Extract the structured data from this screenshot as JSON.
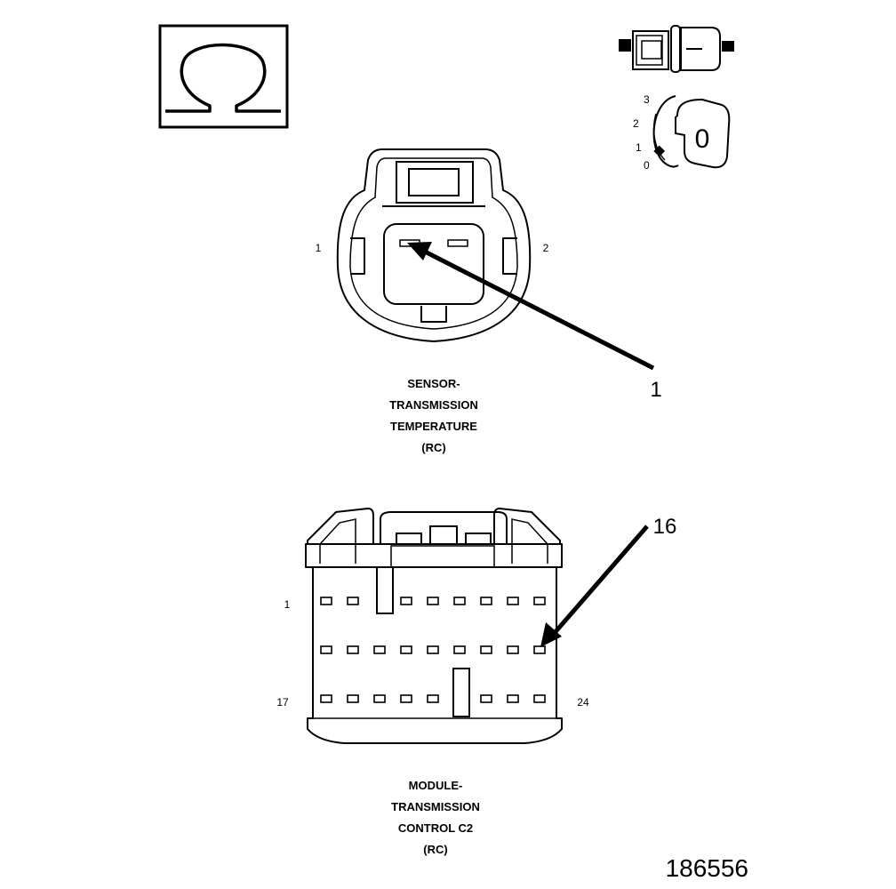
{
  "ohmmeter_symbol": {
    "glyph": "Ω",
    "icon": "ohm-icon"
  },
  "ignition": {
    "positions": [
      "3",
      "2",
      "1",
      "0"
    ],
    "key_label": "0",
    "icon": "ignition-key-icon"
  },
  "sensor_connector": {
    "pin_left": "1",
    "pin_right": "2",
    "callout": "1",
    "caption": [
      "SENSOR-",
      "TRANSMISSION",
      "TEMPERATURE",
      "(RC)"
    ]
  },
  "module_connector": {
    "pin_top_left": "1",
    "pin_bottom_left": "17",
    "pin_bottom_right": "24",
    "callout": "16",
    "caption": [
      "MODULE-",
      "TRANSMISSION",
      "CONTROL C2",
      "(RC)"
    ]
  },
  "figure_number": "186556"
}
